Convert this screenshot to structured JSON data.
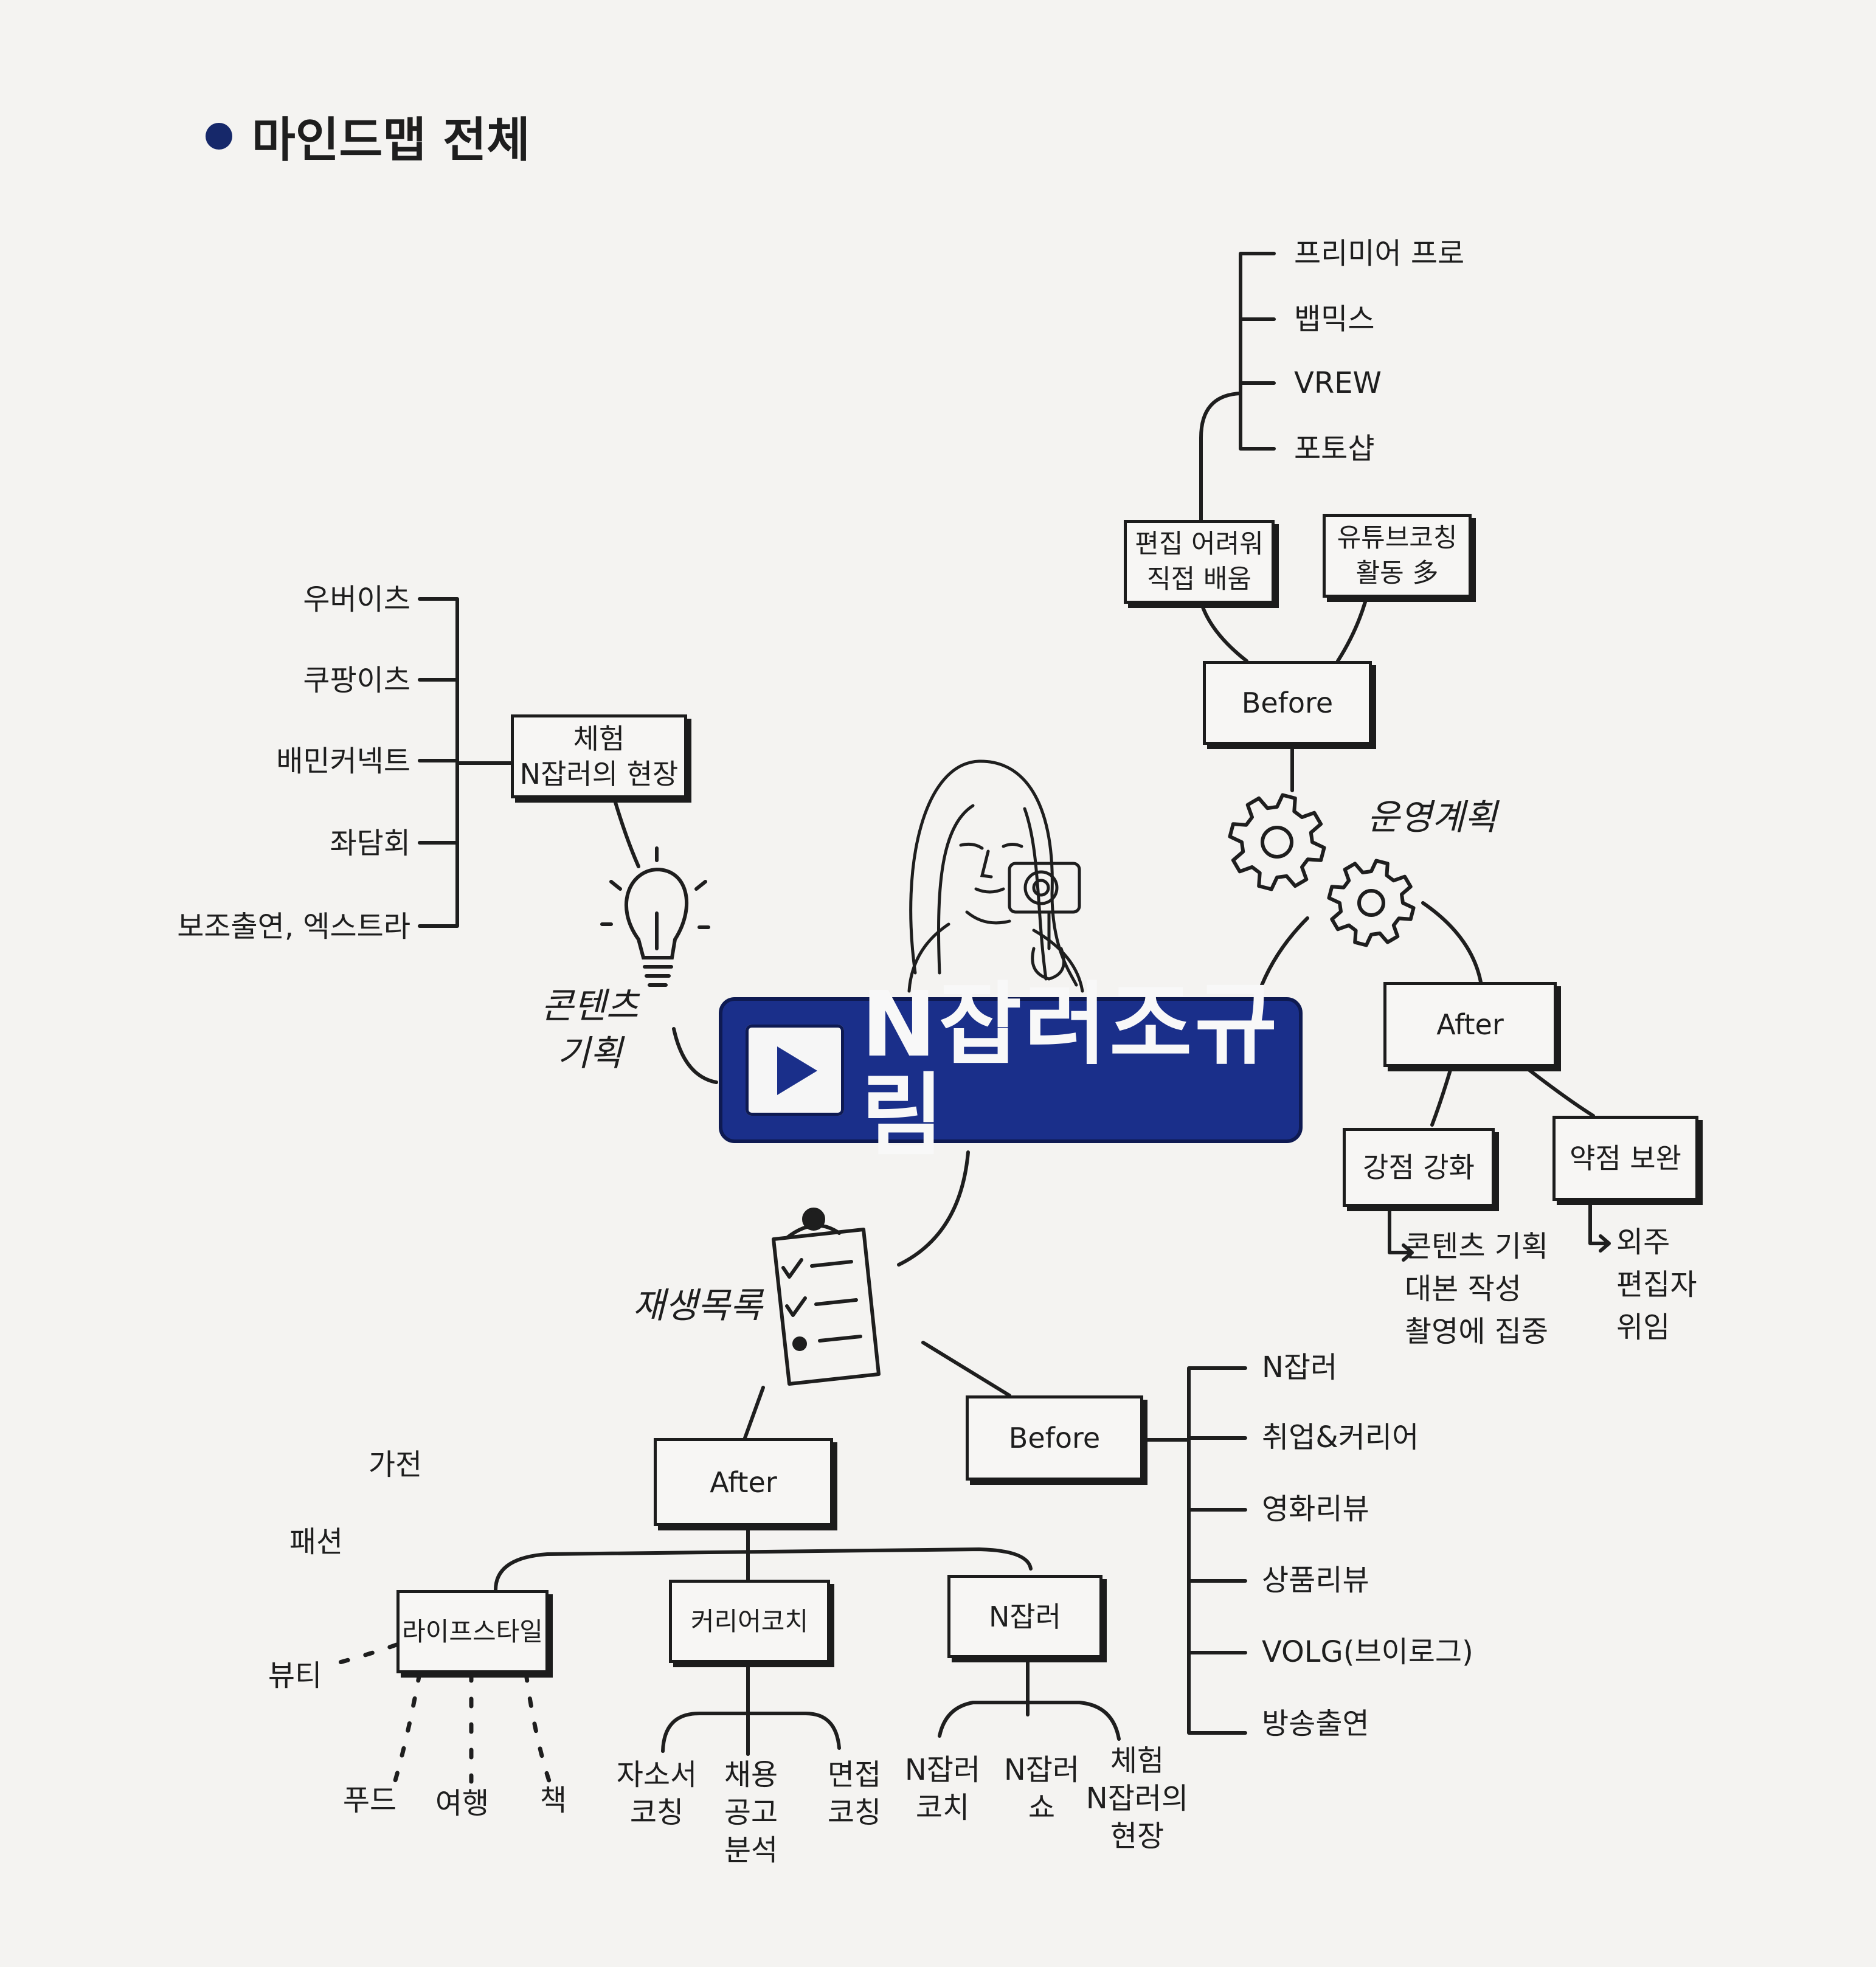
{
  "heading": "마인드맵 전체",
  "central": {
    "logo_text": "N잡러조규림"
  },
  "branches": {
    "content_planning": {
      "label": "콘텐츠\n기획",
      "box": "체험\nN잡러의 현장",
      "items": [
        "우버이츠",
        "쿠팡이츠",
        "배민커넥트",
        "좌담회",
        "보조출연, 엑스트라"
      ]
    },
    "operation_plan": {
      "label": "운영계획",
      "before": {
        "label": "Before",
        "box_left": "편집 어려워\n직접 배움",
        "box_right": "유튜브코칭\n활동 多",
        "tools": [
          "프리미어 프로",
          "뱁믹스",
          "VREW",
          "포토샵"
        ]
      },
      "after": {
        "label": "After",
        "strength": {
          "label": "강점 강화",
          "detail": "콘텐츠 기획\n대본 작성\n촬영에 집중"
        },
        "weakness": {
          "label": "약점 보완",
          "detail": "외주\n편집자\n위임"
        }
      }
    },
    "playlist": {
      "label": "재생목록",
      "before": {
        "label": "Before",
        "items": [
          "N잡러",
          "취업&커리어",
          "영화리뷰",
          "상품리뷰",
          "VOLG(브이로그)",
          "방송출연"
        ]
      },
      "after": {
        "label": "After",
        "lifestyle": {
          "label": "라이프스타일",
          "children": [
            "가전",
            "패션",
            "뷰티",
            "푸드",
            "여행",
            "책"
          ]
        },
        "career": {
          "label": "커리어코치",
          "children": [
            "자소서\n코칭",
            "채용\n공고\n분석",
            "면접\n코칭"
          ]
        },
        "njob": {
          "label": "N잡러",
          "children": [
            "N잡러\n코치",
            "N잡러\n쇼",
            "체험\nN잡러의\n현장"
          ]
        }
      }
    }
  }
}
